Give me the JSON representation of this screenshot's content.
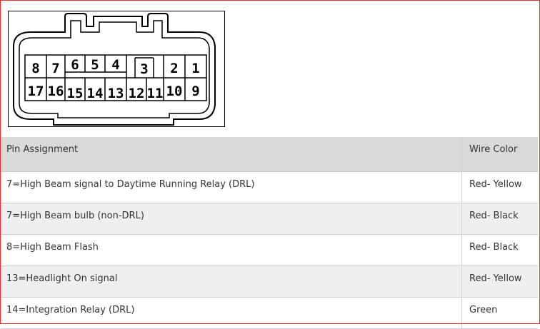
{
  "connector": {
    "pins_top": [
      "8",
      "7",
      "6",
      "5",
      "4",
      "3",
      "2",
      "1"
    ],
    "pins_bottom": [
      "17",
      "16",
      "15",
      "14",
      "13",
      "12",
      "11",
      "10",
      "9"
    ]
  },
  "table": {
    "headers": [
      "Pin Assignment",
      "Wire Color"
    ],
    "rows": [
      {
        "pin": "7=High Beam signal to Daytime Running Relay (DRL)",
        "color": "Red- Yellow"
      },
      {
        "pin": "7=High Beam bulb (non-DRL)",
        "color": "Red- Black"
      },
      {
        "pin": "8=High Beam Flash",
        "color": "Red- Black"
      },
      {
        "pin": "13=Headlight On signal",
        "color": "Red- Yellow"
      },
      {
        "pin": "14=Integration Relay (DRL)",
        "color": "Green"
      }
    ]
  }
}
